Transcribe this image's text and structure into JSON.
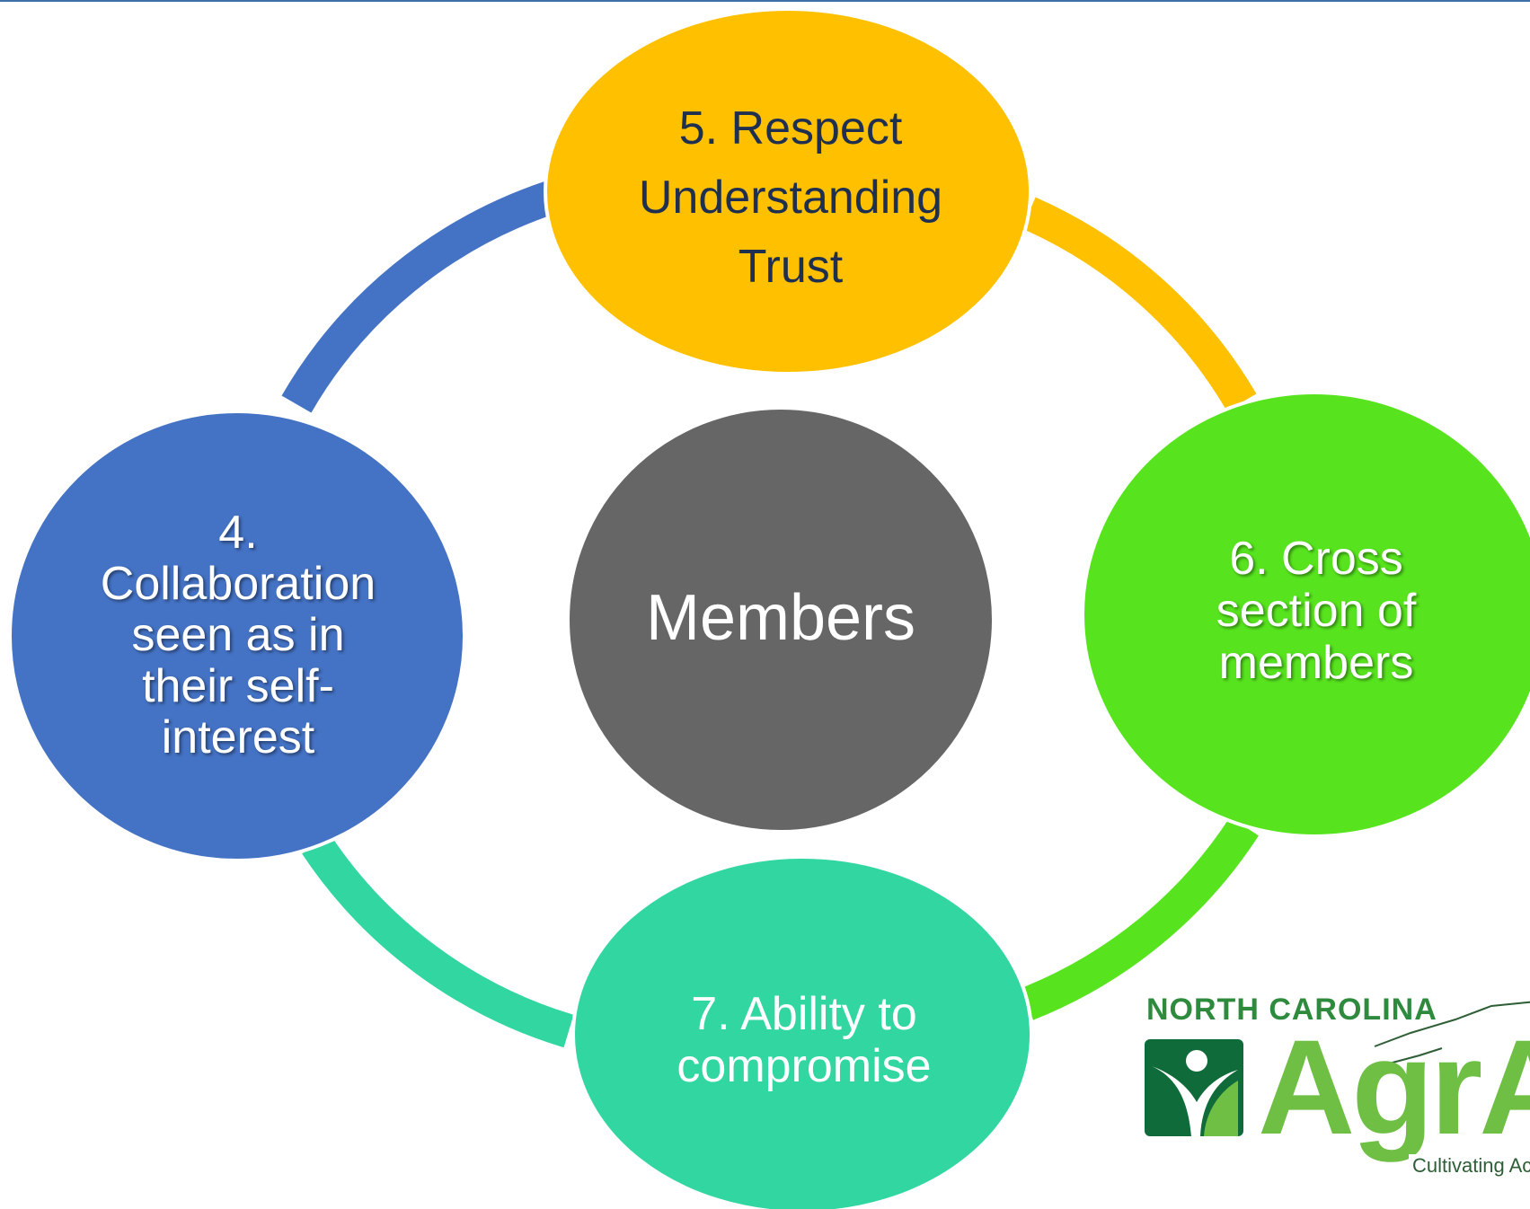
{
  "diagram": {
    "center": {
      "label": "Members",
      "color": "#666666"
    },
    "nodes": [
      {
        "id": "respect",
        "label": "5. Respect\nUnderstanding\nTrust",
        "color": "#FFC000",
        "text_color": "#1F2F4F"
      },
      {
        "id": "cross-section",
        "label": "6. Cross\nsection of\nmembers",
        "color": "#57E41E",
        "text_color": "#FFFFFF"
      },
      {
        "id": "compromise",
        "label": "7. Ability to\ncompromise",
        "color": "#31D6A0",
        "text_color": "#FFFFFF"
      },
      {
        "id": "collaboration",
        "label": "4.\nCollaboration\nseen as in\ntheir self-\ninterest",
        "color": "#4472C4",
        "text_color": "#FFFFFF"
      }
    ],
    "arcs": [
      {
        "from": "collaboration",
        "to": "respect",
        "color": "#4472C4"
      },
      {
        "from": "respect",
        "to": "cross-section",
        "color": "#FFC000"
      },
      {
        "from": "cross-section",
        "to": "compromise",
        "color": "#57E41E"
      },
      {
        "from": "compromise",
        "to": "collaboration",
        "color": "#31D6A0"
      }
    ]
  },
  "logo": {
    "state": "NORTH CAROLINA",
    "word": "AgrAl",
    "tagline": "Cultivating Ac",
    "colors": {
      "dark_green": "#0F6B3A",
      "light_green": "#6FBF44"
    }
  }
}
